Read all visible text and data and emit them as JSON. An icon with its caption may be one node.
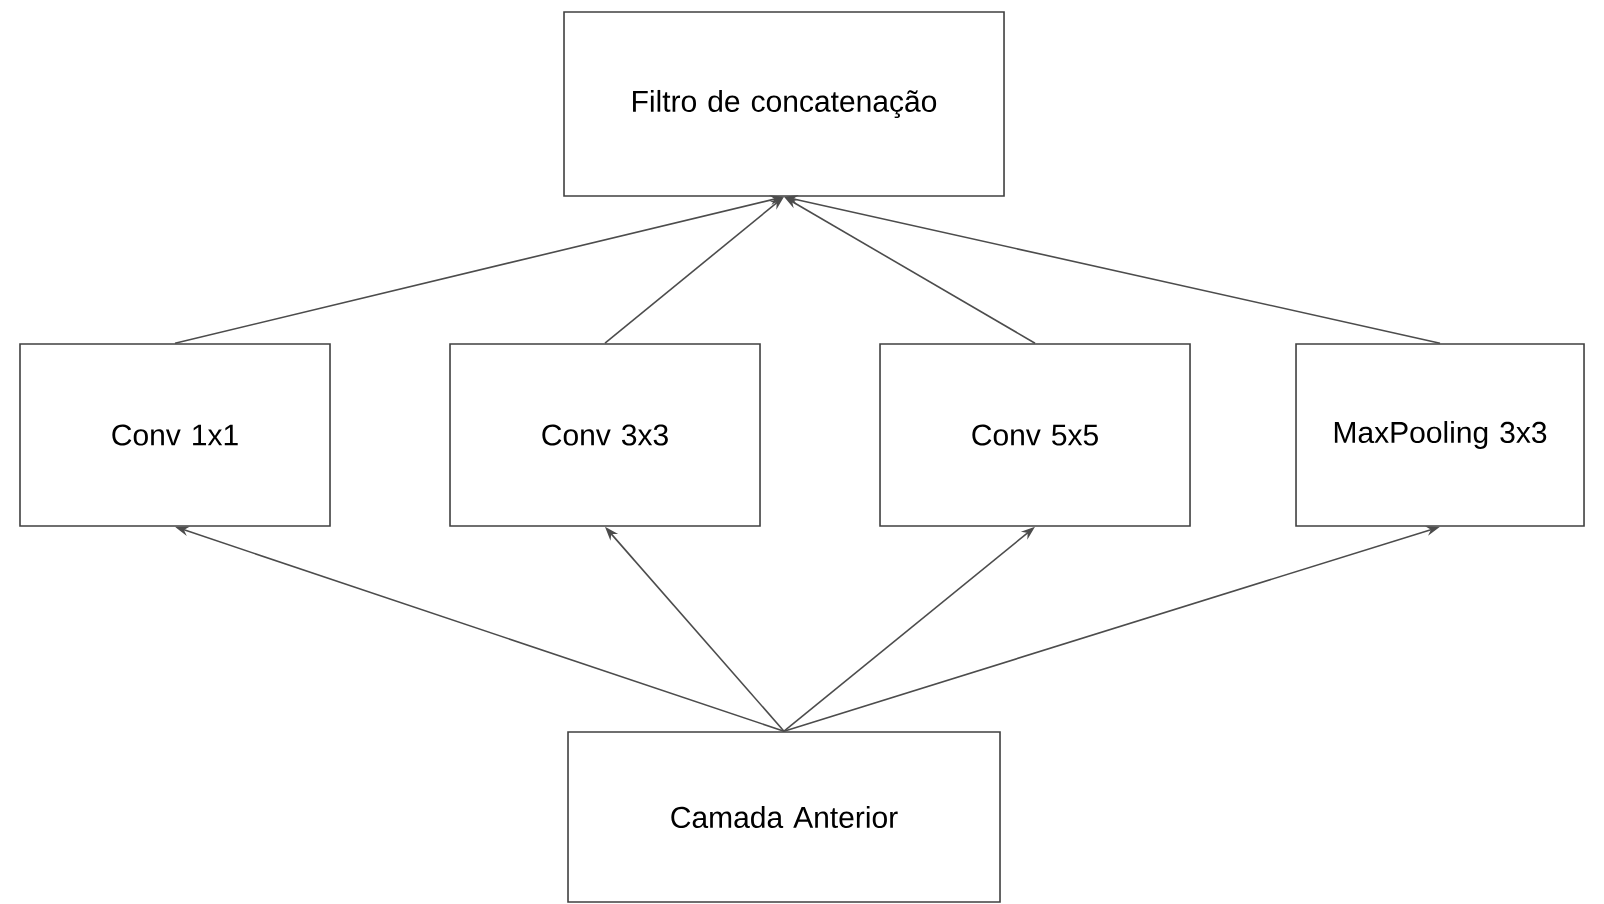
{
  "diagram": {
    "nodes": [
      {
        "text": [
          "Filtro de concatenação"
        ]
      },
      {
        "text": [
          "Conv 1x1"
        ]
      },
      {
        "text": [
          "Conv 3x3"
        ]
      },
      {
        "text": [
          "Conv 5x5"
        ]
      },
      {
        "text": [
          "MaxPooling 3x3"
        ]
      },
      {
        "text": [
          "Camada Anterior"
        ]
      }
    ],
    "edges": [
      {
        "from": 5,
        "to": 1,
        "arrow": "to"
      },
      {
        "from": 5,
        "to": 2,
        "arrow": "to"
      },
      {
        "from": 5,
        "to": 3,
        "arrow": "to"
      },
      {
        "from": 5,
        "to": 4,
        "arrow": "to"
      },
      {
        "from": 1,
        "to": 0,
        "arrow": "to"
      },
      {
        "from": 2,
        "to": 0,
        "arrow": "to"
      },
      {
        "from": 3,
        "to": 0,
        "arrow": "to"
      },
      {
        "from": 4,
        "to": 0,
        "arrow": "to"
      }
    ]
  }
}
